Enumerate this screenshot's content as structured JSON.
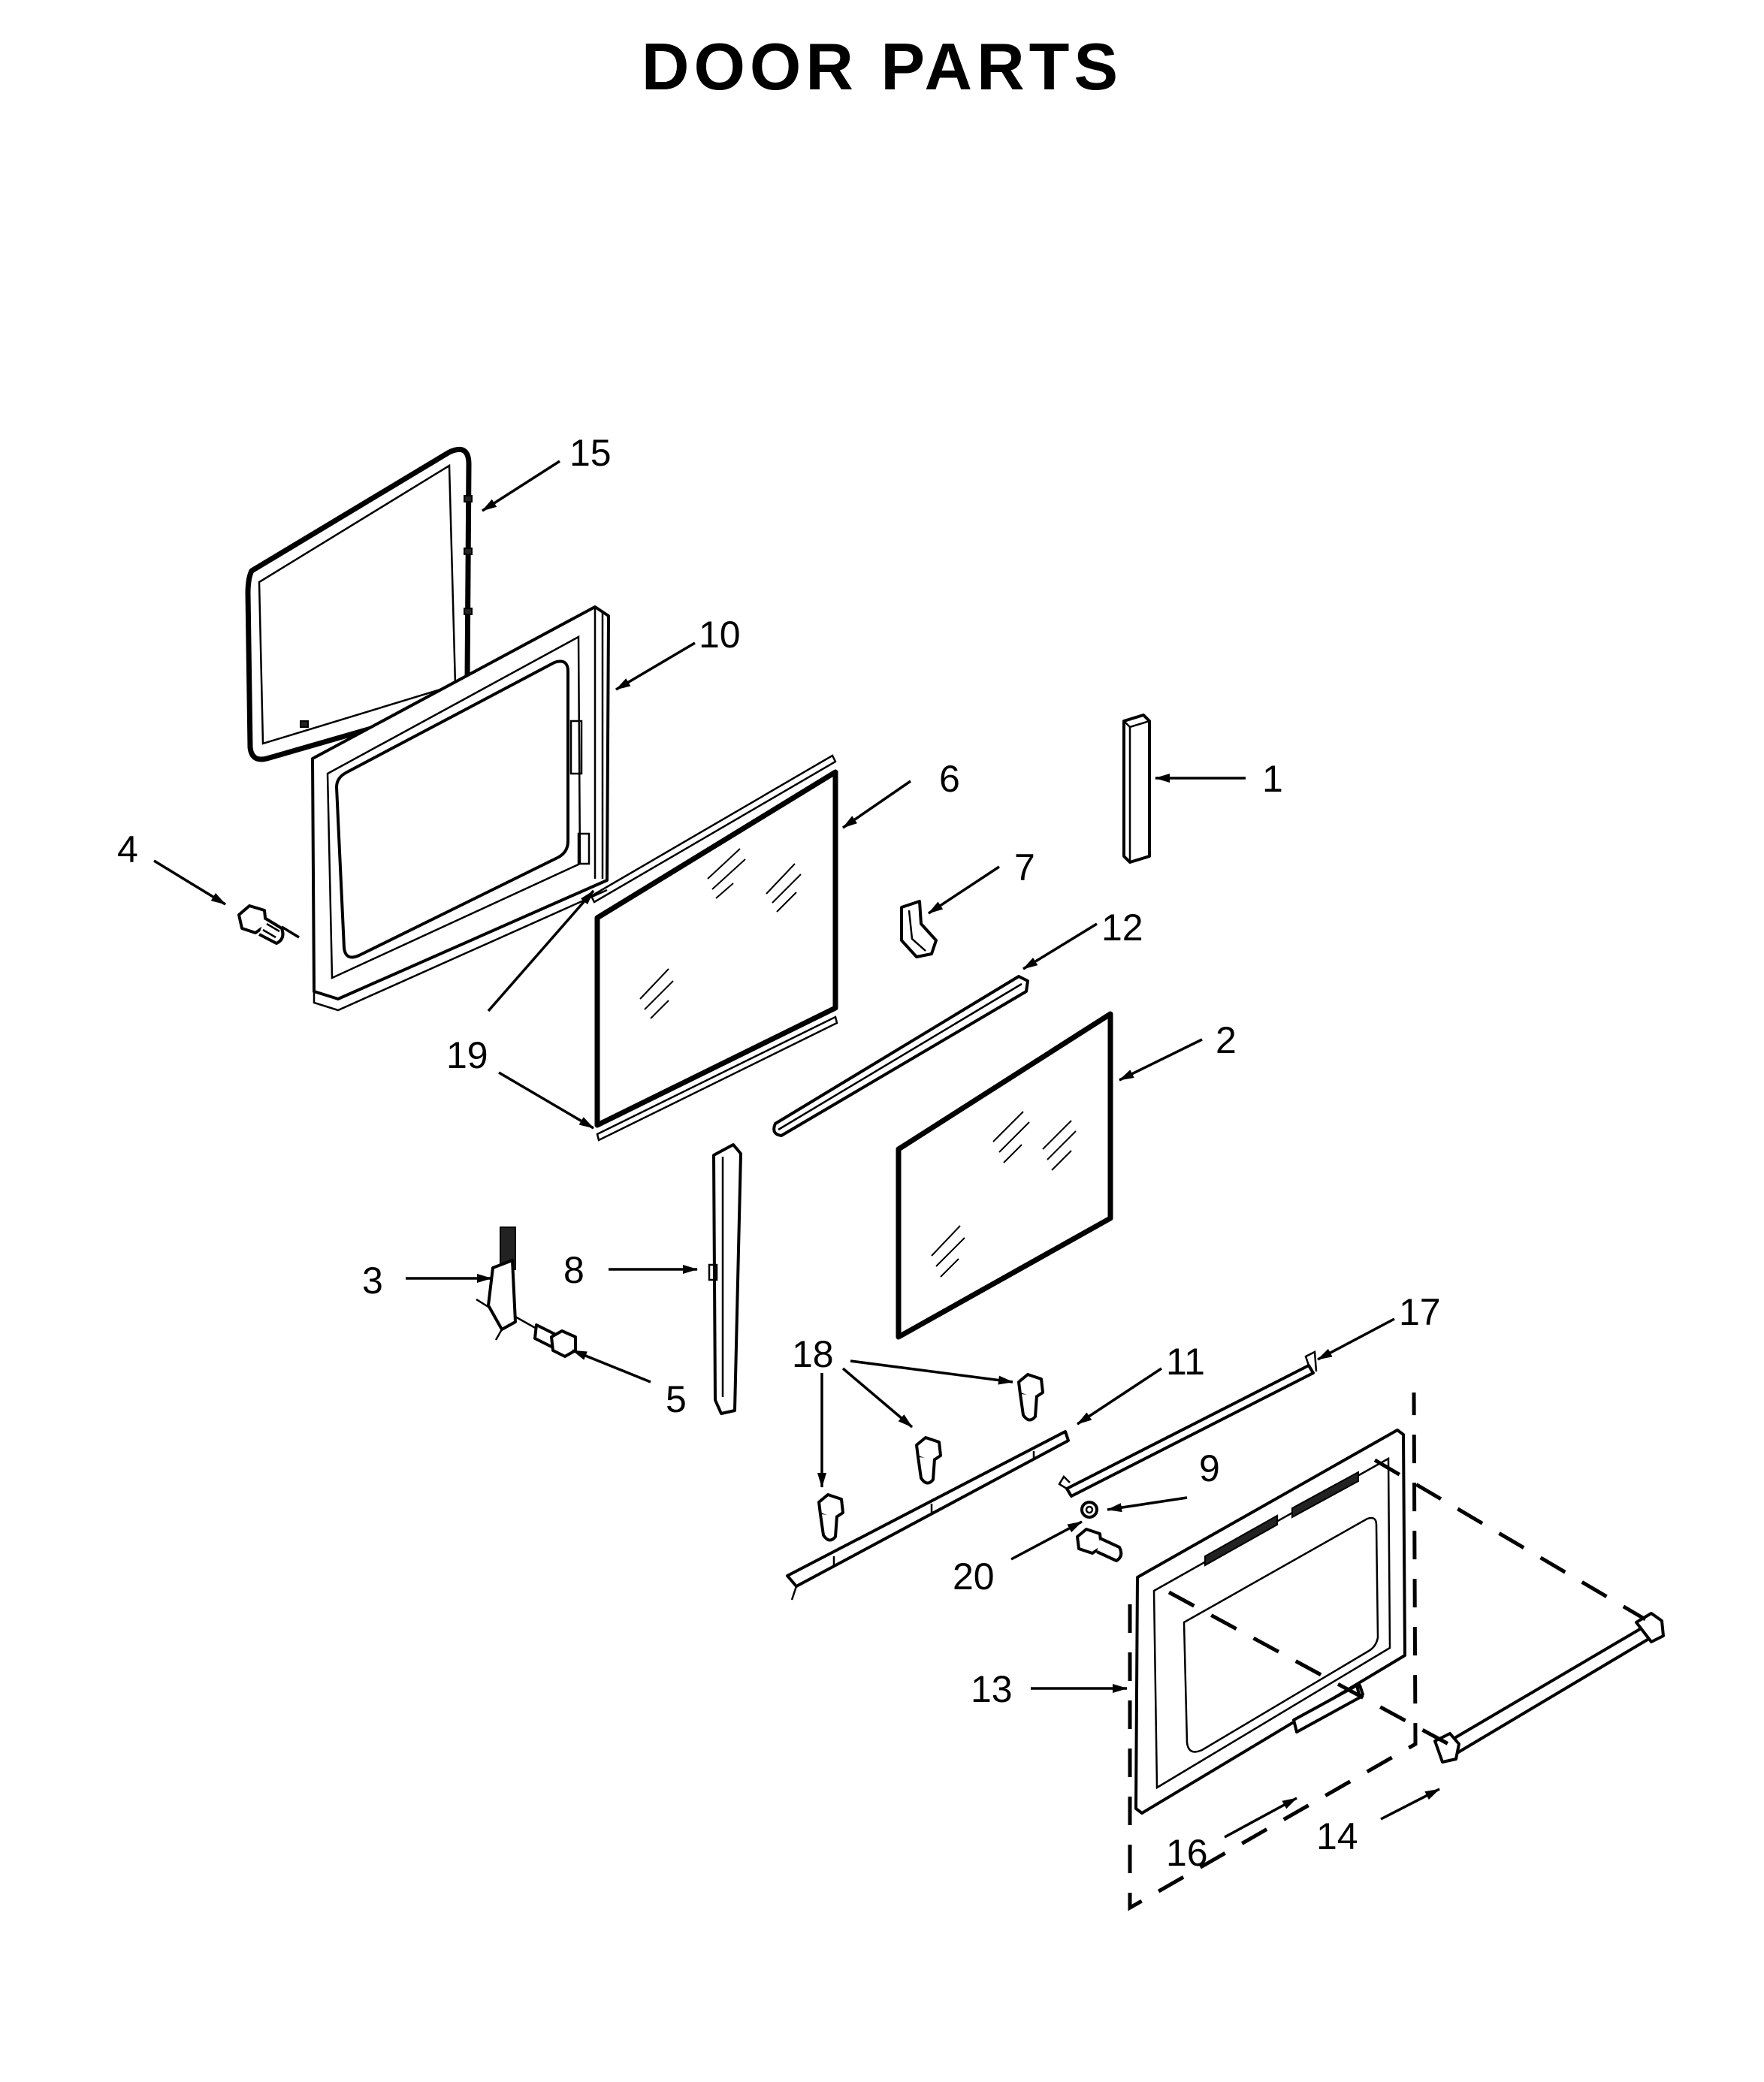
{
  "title": "DOOR PARTS",
  "callouts": {
    "c1": "1",
    "c2": "2",
    "c3": "3",
    "c4": "4",
    "c5": "5",
    "c6": "6",
    "c7": "7",
    "c8": "8",
    "c9": "9",
    "c10": "10",
    "c11": "11",
    "c12": "12",
    "c13": "13",
    "c14": "14",
    "c15": "15",
    "c16": "16",
    "c17": "17",
    "c18": "18",
    "c19": "19",
    "c20": "20"
  }
}
